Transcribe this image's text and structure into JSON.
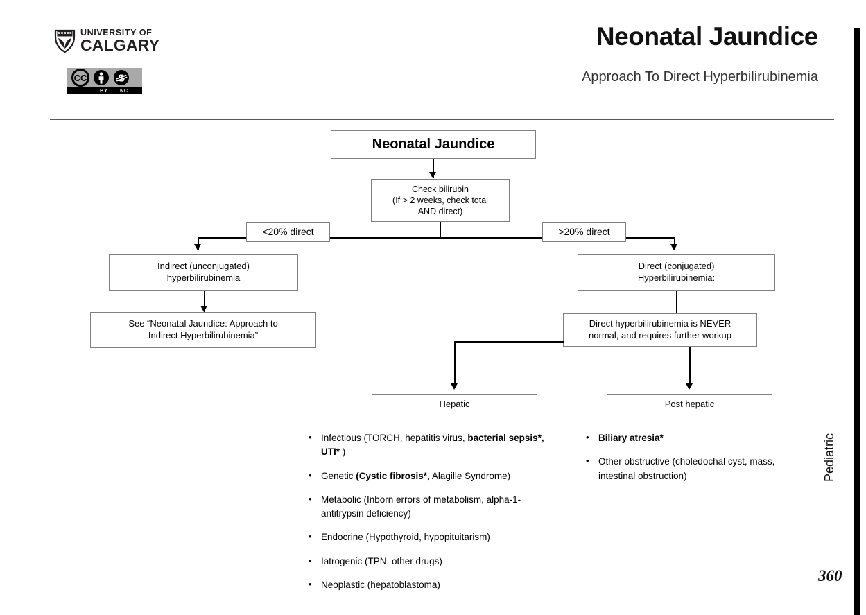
{
  "header": {
    "university_line1": "UNIVERSITY OF",
    "university_line2": "CALGARY",
    "shield_icon": "university-shield-icon",
    "license": {
      "cc_icon": "creative-commons-icon",
      "by_icon": "attribution-person-icon",
      "nc_icon": "non-commercial-icon",
      "by_label": "BY",
      "nc_label": "NC"
    },
    "title": "Neonatal Jaundice",
    "subtitle": "Approach To Direct Hyperbilirubinemia"
  },
  "flowchart": {
    "root": "Neonatal Jaundice",
    "check": "Check bilirubin\n(If > 2 weeks, check total\nAND direct)",
    "check_line1": "Check bilirubin",
    "check_line2": "(If > 2 weeks, check total",
    "check_line3": "AND direct)",
    "branch_left_label": "<20% direct",
    "branch_right_label": ">20% direct",
    "indirect_line1": "Indirect (unconjugated)",
    "indirect_line2": "hyperbilirubinemia",
    "see_also_line1": "See “Neonatal Jaundice: Approach to",
    "see_also_line2": "Indirect Hyperbilirubinemia”",
    "direct_line1": "Direct (conjugated)",
    "direct_line2": "Hyperbilirubinemia:",
    "never_normal_line1": "Direct hyperbilirubinemia is NEVER",
    "never_normal_line2": "normal, and requires further workup",
    "hepatic": "Hepatic",
    "post_hepatic": "Post hepatic"
  },
  "hepatic_causes": [
    {
      "bullet": "•",
      "html": "Infectious (TORCH, hepatitis virus, <b>bacterial sepsis*, UTI* </b>)"
    },
    {
      "bullet": "•",
      "html": "Genetic <b>(Cystic fibrosis*,</b> Alagille Syndrome)"
    },
    {
      "bullet": "•",
      "html": "Metabolic (Inborn errors of metabolism, alpha-1-antitrypsin deficiency)"
    },
    {
      "bullet": "•",
      "html": "Endocrine (Hypothyroid, hypopituitarism)"
    },
    {
      "bullet": "•",
      "html": "Iatrogenic (TPN, other drugs)"
    },
    {
      "bullet": "•",
      "html": "Neoplastic (hepatoblastoma)"
    }
  ],
  "post_hepatic_causes": [
    {
      "bullet": "•",
      "html": "<b>Biliary atresia*</b>"
    },
    {
      "bullet": "•",
      "html": "Other obstructive (choledochal cyst, mass, intestinal obstruction)"
    }
  ],
  "footer": {
    "section_label": "Pediatric",
    "page_number": "360"
  },
  "colors": {
    "text": "#000000",
    "box_border": "#7f7f7f",
    "connector": "#000000",
    "divider": "#595959",
    "edge_bar": "#000000",
    "license_bg": "#a9a9a9"
  }
}
